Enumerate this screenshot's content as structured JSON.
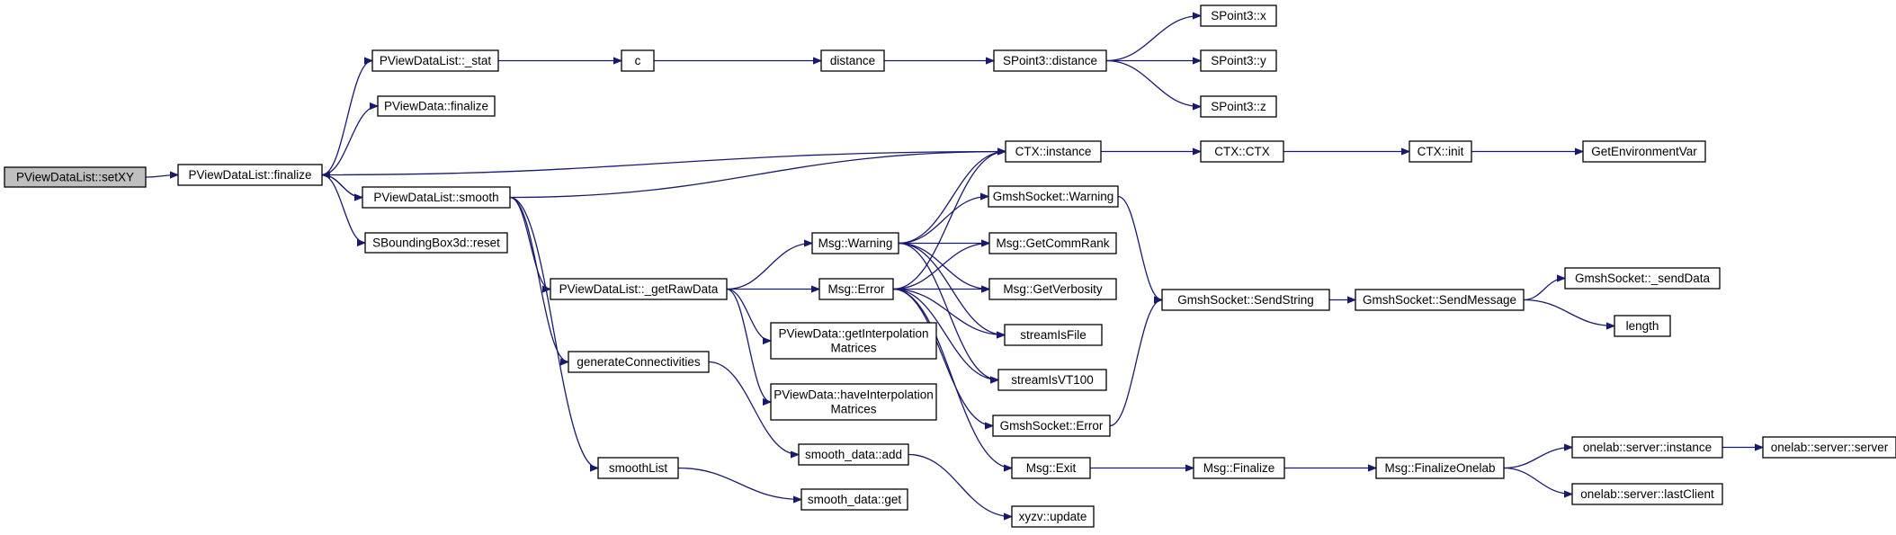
{
  "colors": {
    "edge": "#191970",
    "node_fill": "#ffffff",
    "node_border": "#000000",
    "root_fill": "#bfbfbf"
  },
  "nodes": [
    {
      "id": "setXY",
      "lines": [
        "PViewDataList::setXY"
      ],
      "root": true
    },
    {
      "id": "finalize",
      "lines": [
        "PViewDataList::finalize"
      ]
    },
    {
      "id": "stat",
      "lines": [
        "PViewDataList::_stat"
      ]
    },
    {
      "id": "pvd_finalize",
      "lines": [
        "PViewData::finalize"
      ]
    },
    {
      "id": "smooth",
      "lines": [
        "PViewDataList::smooth"
      ]
    },
    {
      "id": "sbb_reset",
      "lines": [
        "SBoundingBox3d::reset"
      ]
    },
    {
      "id": "c",
      "lines": [
        "c"
      ]
    },
    {
      "id": "distance",
      "lines": [
        "distance"
      ]
    },
    {
      "id": "sp_distance",
      "lines": [
        "SPoint3::distance"
      ]
    },
    {
      "id": "sp_x",
      "lines": [
        "SPoint3::x"
      ]
    },
    {
      "id": "sp_y",
      "lines": [
        "SPoint3::y"
      ]
    },
    {
      "id": "sp_z",
      "lines": [
        "SPoint3::z"
      ]
    },
    {
      "id": "ctx_instance",
      "lines": [
        "CTX::instance"
      ]
    },
    {
      "id": "ctx_ctx",
      "lines": [
        "CTX::CTX"
      ]
    },
    {
      "id": "ctx_init",
      "lines": [
        "CTX::init"
      ]
    },
    {
      "id": "getenv",
      "lines": [
        "GetEnvironmentVar"
      ]
    },
    {
      "id": "getraw",
      "lines": [
        "PViewDataList::_getRawData"
      ]
    },
    {
      "id": "genconn",
      "lines": [
        "generateConnectivities"
      ]
    },
    {
      "id": "smoothlist",
      "lines": [
        "smoothList"
      ]
    },
    {
      "id": "msg_warning",
      "lines": [
        "Msg::Warning"
      ]
    },
    {
      "id": "msg_error",
      "lines": [
        "Msg::Error"
      ]
    },
    {
      "id": "getinterp",
      "lines": [
        "PViewData::getInterpolation",
        "Matrices"
      ]
    },
    {
      "id": "haveinterp",
      "lines": [
        "PViewData::haveInterpolation",
        "Matrices"
      ]
    },
    {
      "id": "sd_add",
      "lines": [
        "smooth_data::add"
      ]
    },
    {
      "id": "sd_get",
      "lines": [
        "smooth_data::get"
      ]
    },
    {
      "id": "gs_warning",
      "lines": [
        "GmshSocket::Warning"
      ]
    },
    {
      "id": "msg_commrank",
      "lines": [
        "Msg::GetCommRank"
      ]
    },
    {
      "id": "msg_verbosity",
      "lines": [
        "Msg::GetVerbosity"
      ]
    },
    {
      "id": "streamisfile",
      "lines": [
        "streamIsFile"
      ]
    },
    {
      "id": "streamisvt",
      "lines": [
        "streamIsVT100"
      ]
    },
    {
      "id": "gs_error",
      "lines": [
        "GmshSocket::Error"
      ]
    },
    {
      "id": "msg_exit",
      "lines": [
        "Msg::Exit"
      ]
    },
    {
      "id": "xyzv_update",
      "lines": [
        "xyzv::update"
      ]
    },
    {
      "id": "gs_sendstring",
      "lines": [
        "GmshSocket::SendString"
      ]
    },
    {
      "id": "gs_sendmessage",
      "lines": [
        "GmshSocket::SendMessage"
      ]
    },
    {
      "id": "gs_senddata",
      "lines": [
        "GmshSocket::_sendData"
      ]
    },
    {
      "id": "length",
      "lines": [
        "length"
      ]
    },
    {
      "id": "msg_finalize",
      "lines": [
        "Msg::Finalize"
      ]
    },
    {
      "id": "msg_finalizeonelab",
      "lines": [
        "Msg::FinalizeOnelab"
      ]
    },
    {
      "id": "ol_instance",
      "lines": [
        "onelab::server::instance"
      ]
    },
    {
      "id": "ol_server",
      "lines": [
        "onelab::server::server"
      ]
    },
    {
      "id": "ol_lastclient",
      "lines": [
        "onelab::server::lastClient"
      ]
    }
  ],
  "edges": [
    {
      "from": "setXY",
      "to": "finalize"
    },
    {
      "from": "finalize",
      "to": "stat"
    },
    {
      "from": "finalize",
      "to": "pvd_finalize"
    },
    {
      "from": "finalize",
      "to": "smooth"
    },
    {
      "from": "finalize",
      "to": "sbb_reset"
    },
    {
      "from": "finalize",
      "to": "ctx_instance"
    },
    {
      "from": "stat",
      "to": "c"
    },
    {
      "from": "c",
      "to": "distance"
    },
    {
      "from": "distance",
      "to": "sp_distance"
    },
    {
      "from": "sp_distance",
      "to": "sp_x"
    },
    {
      "from": "sp_distance",
      "to": "sp_y"
    },
    {
      "from": "sp_distance",
      "to": "sp_z"
    },
    {
      "from": "smooth",
      "to": "finalize"
    },
    {
      "from": "smooth",
      "to": "ctx_instance"
    },
    {
      "from": "smooth",
      "to": "getraw"
    },
    {
      "from": "smooth",
      "to": "genconn"
    },
    {
      "from": "smooth",
      "to": "smoothlist"
    },
    {
      "from": "ctx_instance",
      "to": "ctx_ctx"
    },
    {
      "from": "ctx_ctx",
      "to": "ctx_init"
    },
    {
      "from": "ctx_init",
      "to": "getenv"
    },
    {
      "from": "getraw",
      "to": "msg_warning"
    },
    {
      "from": "getraw",
      "to": "msg_error"
    },
    {
      "from": "getraw",
      "to": "getinterp"
    },
    {
      "from": "getraw",
      "to": "haveinterp"
    },
    {
      "from": "genconn",
      "to": "sd_add"
    },
    {
      "from": "smoothlist",
      "to": "sd_get"
    },
    {
      "from": "sd_add",
      "to": "xyzv_update"
    },
    {
      "from": "msg_warning",
      "to": "ctx_instance"
    },
    {
      "from": "msg_warning",
      "to": "gs_warning"
    },
    {
      "from": "msg_warning",
      "to": "msg_commrank"
    },
    {
      "from": "msg_warning",
      "to": "msg_verbosity"
    },
    {
      "from": "msg_warning",
      "to": "streamisfile"
    },
    {
      "from": "msg_warning",
      "to": "streamisvt"
    },
    {
      "from": "msg_error",
      "to": "ctx_instance"
    },
    {
      "from": "msg_error",
      "to": "msg_commrank"
    },
    {
      "from": "msg_error",
      "to": "msg_verbosity"
    },
    {
      "from": "msg_error",
      "to": "streamisfile"
    },
    {
      "from": "msg_error",
      "to": "streamisvt"
    },
    {
      "from": "msg_error",
      "to": "gs_error"
    },
    {
      "from": "msg_error",
      "to": "msg_exit"
    },
    {
      "from": "gs_warning",
      "to": "gs_sendstring"
    },
    {
      "from": "gs_error",
      "to": "gs_sendstring"
    },
    {
      "from": "gs_sendstring",
      "to": "gs_sendmessage"
    },
    {
      "from": "gs_sendmessage",
      "to": "gs_senddata"
    },
    {
      "from": "gs_sendmessage",
      "to": "length"
    },
    {
      "from": "msg_exit",
      "to": "msg_finalize"
    },
    {
      "from": "msg_finalize",
      "to": "msg_finalizeonelab"
    },
    {
      "from": "msg_finalizeonelab",
      "to": "ol_instance"
    },
    {
      "from": "msg_finalizeonelab",
      "to": "ol_lastclient"
    },
    {
      "from": "ol_instance",
      "to": "ol_server"
    }
  ]
}
